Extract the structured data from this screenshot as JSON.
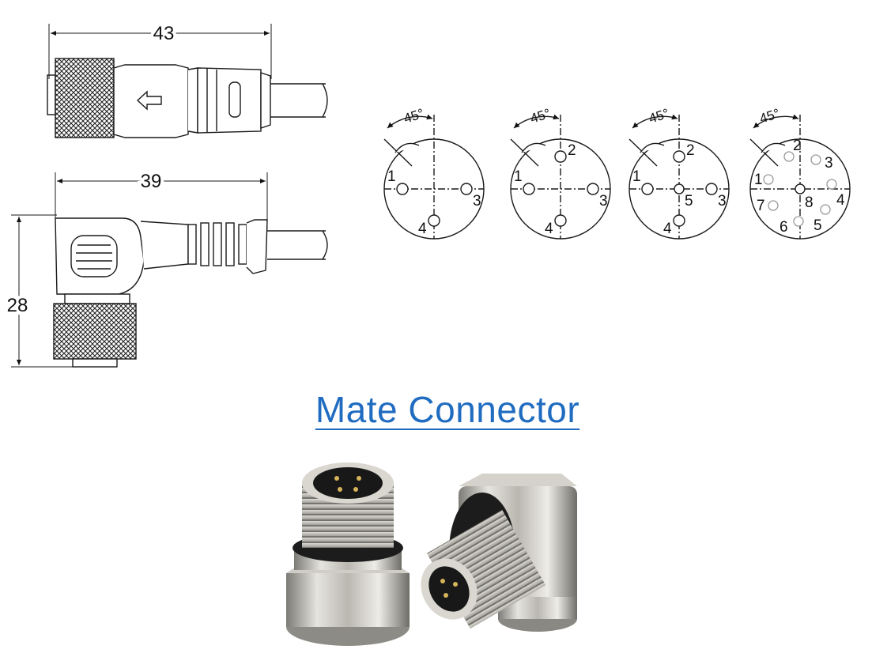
{
  "straight_connector": {
    "length_label": "43"
  },
  "angled_connector": {
    "length_label": "39",
    "height_label": "28"
  },
  "pin_layouts": [
    {
      "angle_label": "45°",
      "pins": [
        "1",
        "3",
        "4"
      ]
    },
    {
      "angle_label": "45°",
      "pins": [
        "1",
        "2",
        "3",
        "4"
      ]
    },
    {
      "angle_label": "45°",
      "pins": [
        "1",
        "2",
        "3",
        "4",
        "5"
      ]
    },
    {
      "angle_label": "45°",
      "pins": [
        "1",
        "2",
        "3",
        "4",
        "5",
        "6",
        "7",
        "8"
      ]
    }
  ],
  "mate_section": {
    "heading": "Mate Connector"
  },
  "colors": {
    "link": "#1f6cc0",
    "line": "#1a1a1a",
    "metal": "#b9b7b0",
    "seal": "#1a1a1a"
  }
}
